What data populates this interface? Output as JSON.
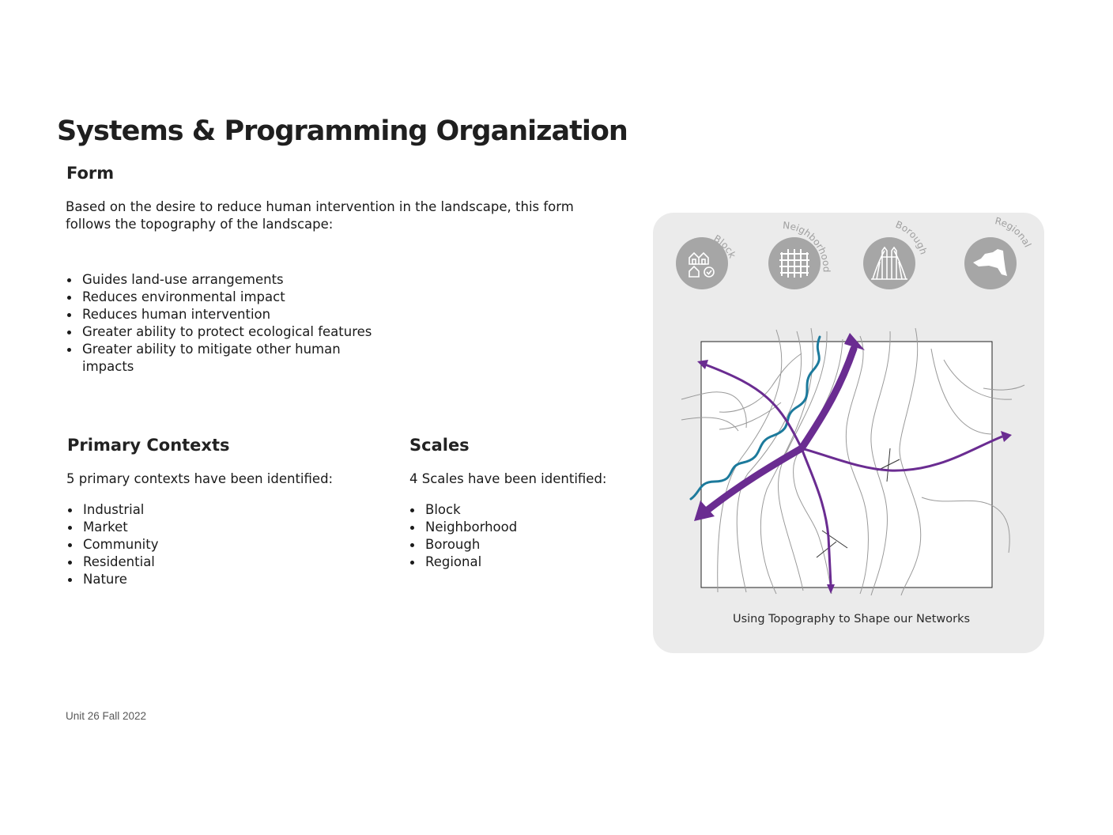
{
  "page": {
    "title": "Systems & Programming Organization",
    "footer": "Unit 26 Fall 2022"
  },
  "form": {
    "heading": "Form",
    "intro": "Based on the desire to reduce human intervention in the landscape, this form follows the topography of the landscape:",
    "bullets": [
      "Guides land-use arrangements",
      "Reduces environmental impact",
      "Reduces human intervention",
      "Greater ability to protect ecological features",
      "Greater ability to mitigate other human impacts"
    ]
  },
  "contexts": {
    "heading": "Primary Contexts",
    "intro": "5 primary contexts have been identified:",
    "items": [
      "Industrial",
      "Market",
      "Community",
      "Residential",
      "Nature"
    ]
  },
  "scales": {
    "heading": "Scales",
    "intro": "4 Scales have been identified:",
    "items": [
      "Block",
      "Neighborhood",
      "Borough",
      "Regional"
    ]
  },
  "diagram": {
    "scale_icons": [
      {
        "label": "Block",
        "icon": "houses-icon"
      },
      {
        "label": "Neighborhood",
        "icon": "street-grid-icon"
      },
      {
        "label": "Borough",
        "icon": "bridge-icon"
      },
      {
        "label": "Regional",
        "icon": "new-york-state-icon"
      }
    ],
    "caption": "Using Topography to Shape our Networks",
    "colors": {
      "network": "#6a2c91",
      "waterway": "#1c7a9c",
      "contour": "#9a9a9a",
      "icon_circle": "#a6a6a6",
      "panel": "#ebebeb"
    }
  }
}
